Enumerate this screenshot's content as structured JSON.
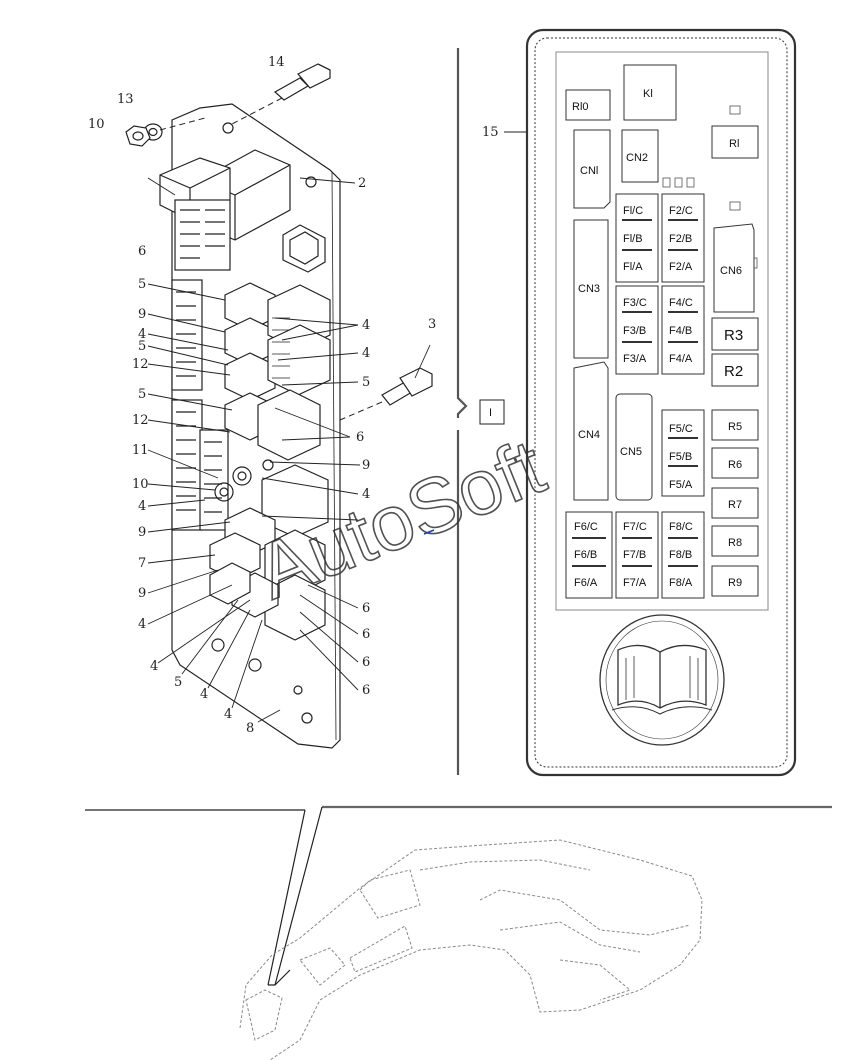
{
  "watermark": "AutoSoft",
  "labels": {
    "l10_top": "10",
    "l13": "13",
    "l14": "14",
    "l2": "2",
    "l6_side": "6",
    "l5_a": "5",
    "l9_a": "9",
    "l4_a": "4",
    "l5_b": "5",
    "l12_a": "12",
    "l5_c": "5",
    "l12_b": "12",
    "l11": "11",
    "l10_mid": "10",
    "l4_b": "4",
    "l9_b": "9",
    "l7": "7",
    "l9_c": "9",
    "l4_c": "4",
    "l4_d": "4",
    "l5_d": "5",
    "l4_e": "4",
    "l4_f": "4",
    "l8": "8",
    "r4_a": "4",
    "r4_b": "4",
    "r5": "5",
    "r3": "3",
    "r6_a": "6",
    "r9": "9",
    "r4_c": "4",
    "r6_b": "6",
    "r6_c": "6",
    "r6_d": "6",
    "r6_e": "6",
    "l15": "15",
    "ref_box": "I"
  },
  "fusebox": {
    "rl0": "Rl0",
    "kl": "Kl",
    "rl": "Rl",
    "cn1": "CNl",
    "cn2": "CN2",
    "cn3": "CN3",
    "cn4": "CN4",
    "cn5": "CN5",
    "cn6": "CN6",
    "f1c": "Fl/C",
    "f1b": "Fl/B",
    "f1a": "Fl/A",
    "f2c": "F2/C",
    "f2b": "F2/B",
    "f2a": "F2/A",
    "f3c": "F3/C",
    "f3b": "F3/B",
    "f3a": "F3/A",
    "f4c": "F4/C",
    "f4b": "F4/B",
    "f4a": "F4/A",
    "f5c": "F5/C",
    "f5b": "F5/B",
    "f5a": "F5/A",
    "f6c": "F6/C",
    "f6b": "F6/B",
    "f6a": "F6/A",
    "f7c": "F7/C",
    "f7b": "F7/B",
    "f7a": "F7/A",
    "f8c": "F8/C",
    "f8b": "F8/B",
    "f8a": "F8/A",
    "r2": "R2",
    "r3": "R3",
    "r5": "R5",
    "r6": "R6",
    "r7": "R7",
    "r8": "R8",
    "r9": "R9"
  },
  "colors": {
    "line": "#222222",
    "panel": "#333333",
    "light": "#9a9a9a",
    "accent": "#1f3fbf"
  }
}
